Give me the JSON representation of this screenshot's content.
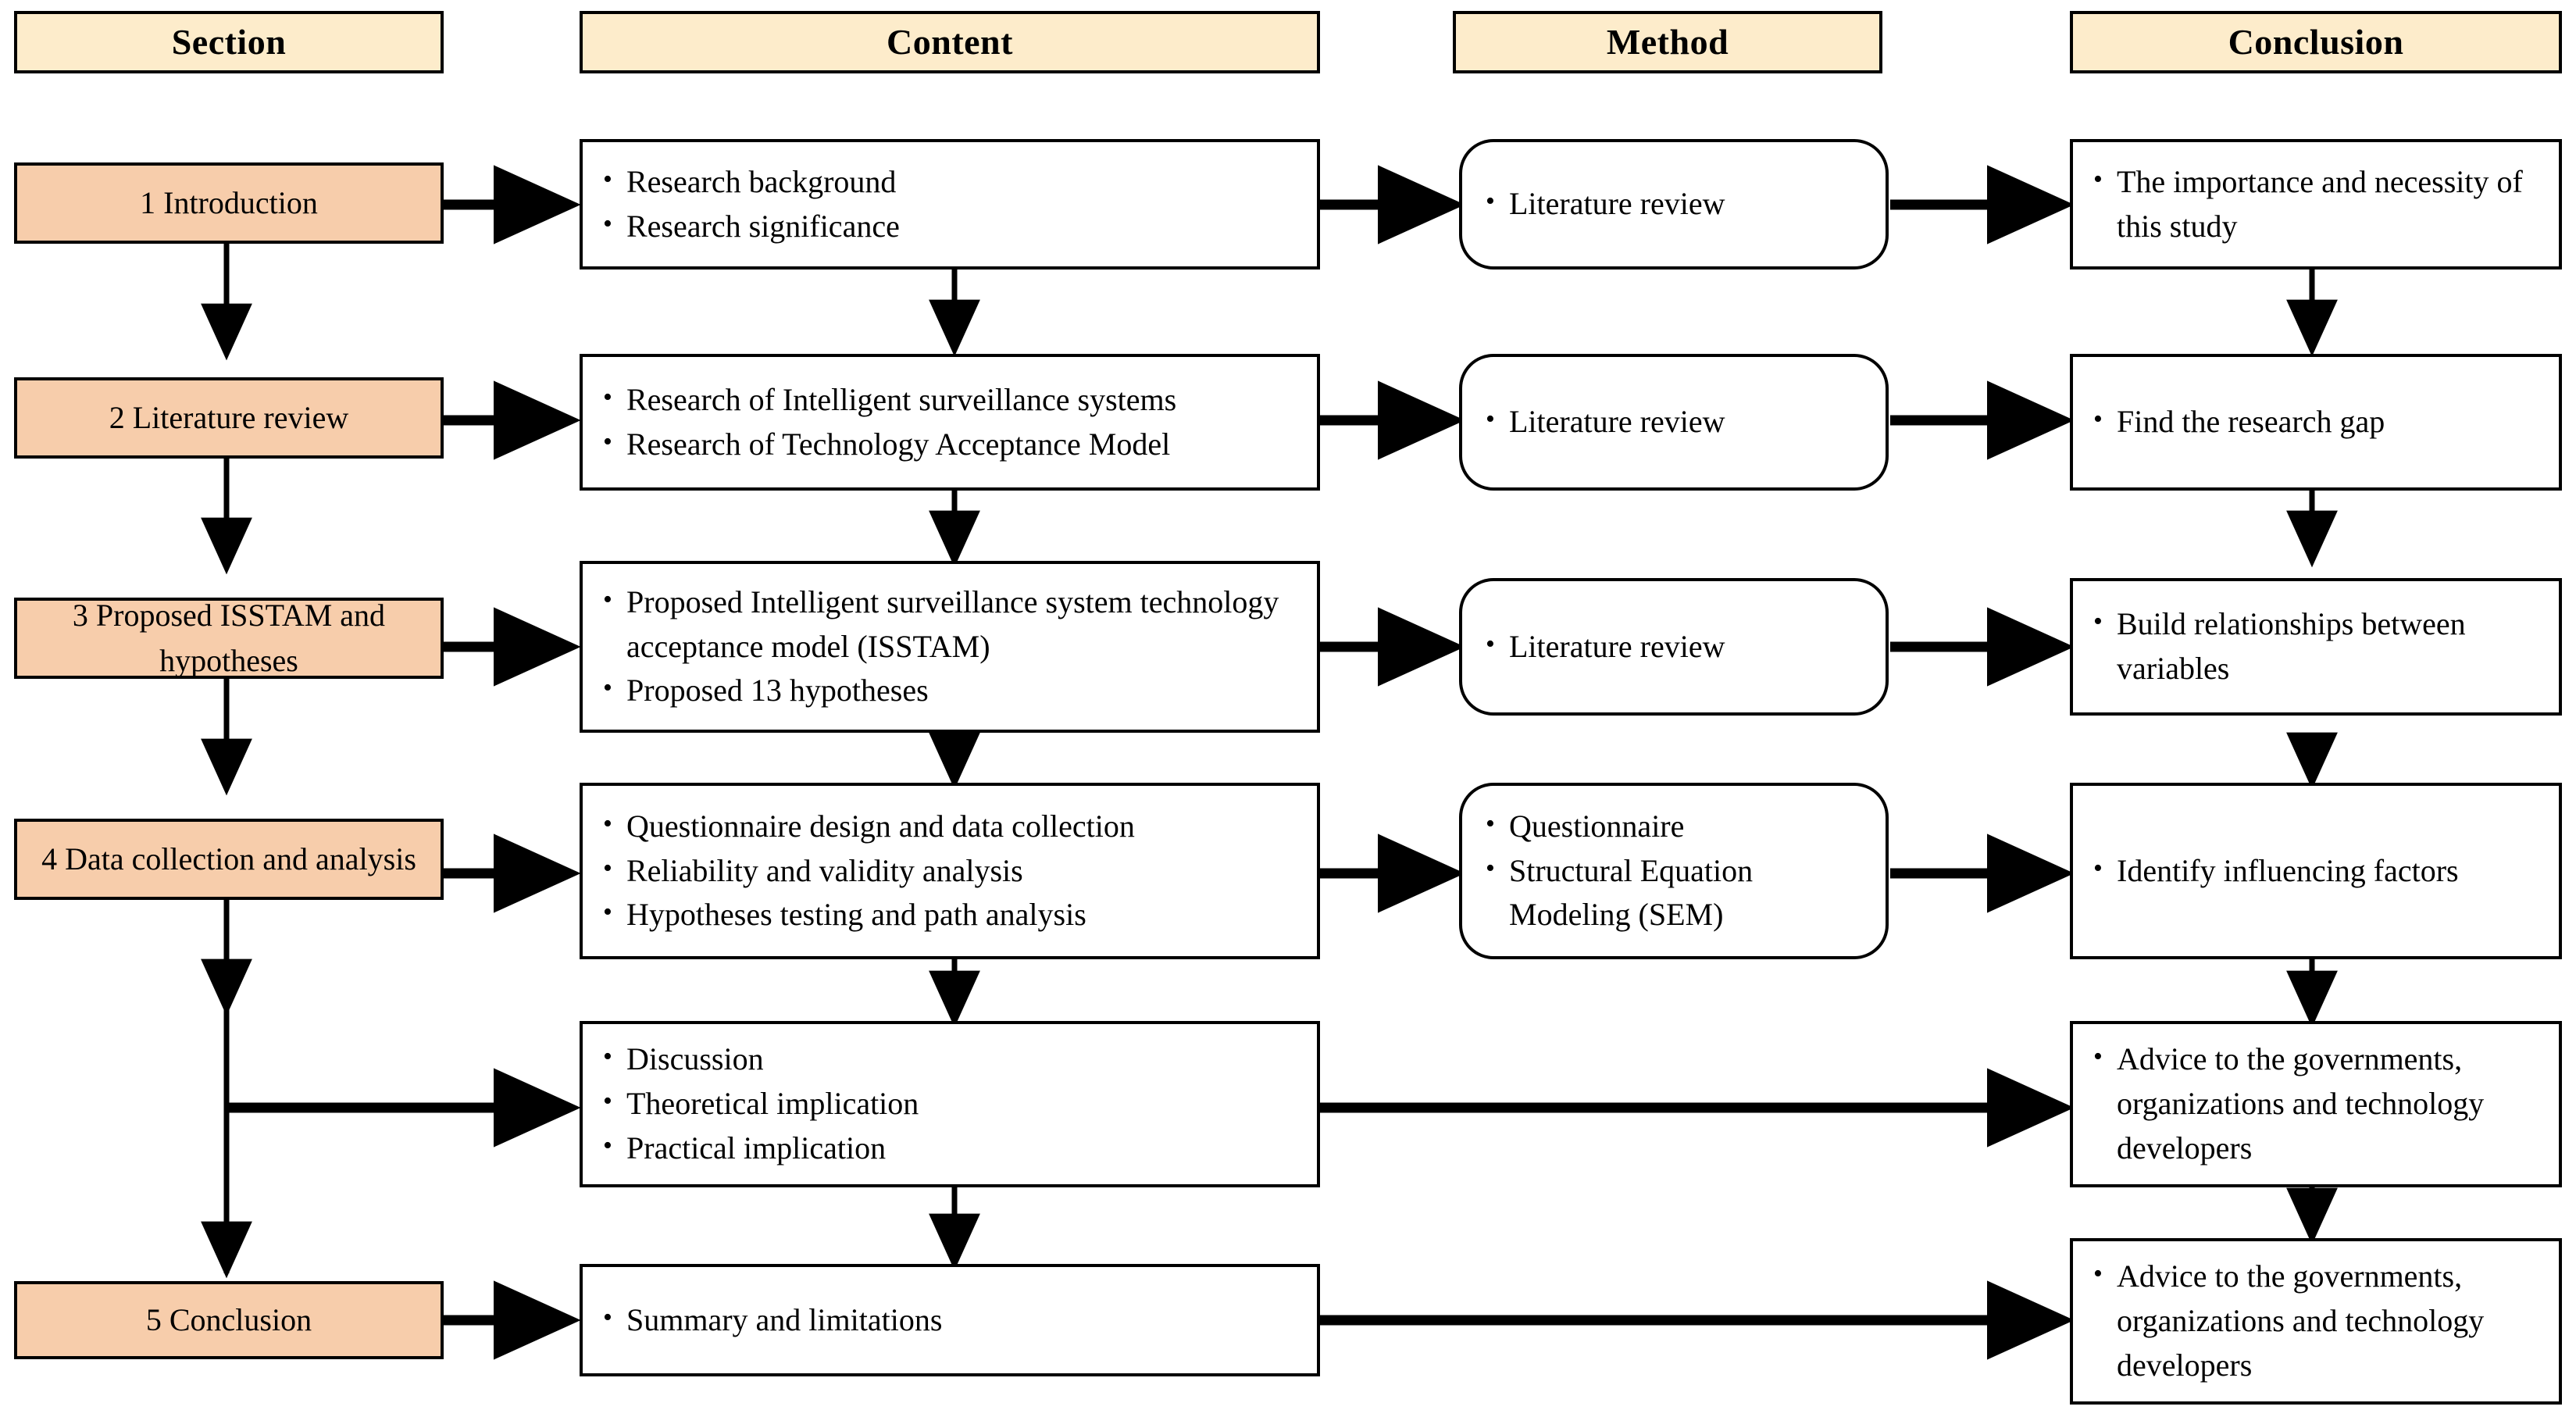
{
  "diagram": {
    "title": "Research framework flowchart",
    "colors": {
      "header_fill": "#fdeccb",
      "section_fill": "#f7cdab",
      "stroke": "#000000",
      "body_fill": "#ffffff"
    },
    "headers": [
      {
        "label": "Section"
      },
      {
        "label": "Content"
      },
      {
        "label": "Method"
      },
      {
        "label": "Conclusion"
      }
    ],
    "rows": [
      {
        "section": "1 Introduction",
        "content": [
          "Research background",
          "Research significance"
        ],
        "method": [
          "Literature review"
        ],
        "conclusion": [
          "The importance and necessity of this study"
        ]
      },
      {
        "section": "2 Literature review",
        "content": [
          "Research of Intelligent surveillance systems",
          "Research of Technology Acceptance Model"
        ],
        "method": [
          "Literature review"
        ],
        "conclusion": [
          "Find the research gap"
        ]
      },
      {
        "section": "3 Proposed ISSTAM and hypotheses",
        "content": [
          "Proposed Intelligent surveillance system technology acceptance model (ISSTAM)",
          "Proposed 13 hypotheses"
        ],
        "method": [
          "Literature review"
        ],
        "conclusion": [
          "Build relationships between variables"
        ]
      },
      {
        "section": "4 Data collection and analysis",
        "content": [
          "Questionnaire design and data collection",
          "Reliability and validity analysis",
          "Hypotheses testing and path analysis"
        ],
        "method": [
          "Questionnaire",
          "Structural Equation Modeling (SEM)"
        ],
        "conclusion": [
          "Identify influencing factors"
        ]
      },
      {
        "section": "",
        "content": [
          "Discussion",
          "Theoretical implication",
          "Practical implication"
        ],
        "method": [],
        "conclusion": [
          "Advice to the governments, organizations and technology developers"
        ]
      },
      {
        "section": "5 Conclusion",
        "content": [
          "Summary and limitations"
        ],
        "method": [],
        "conclusion": [
          "Advice to the governments, organizations and technology developers"
        ]
      }
    ]
  }
}
